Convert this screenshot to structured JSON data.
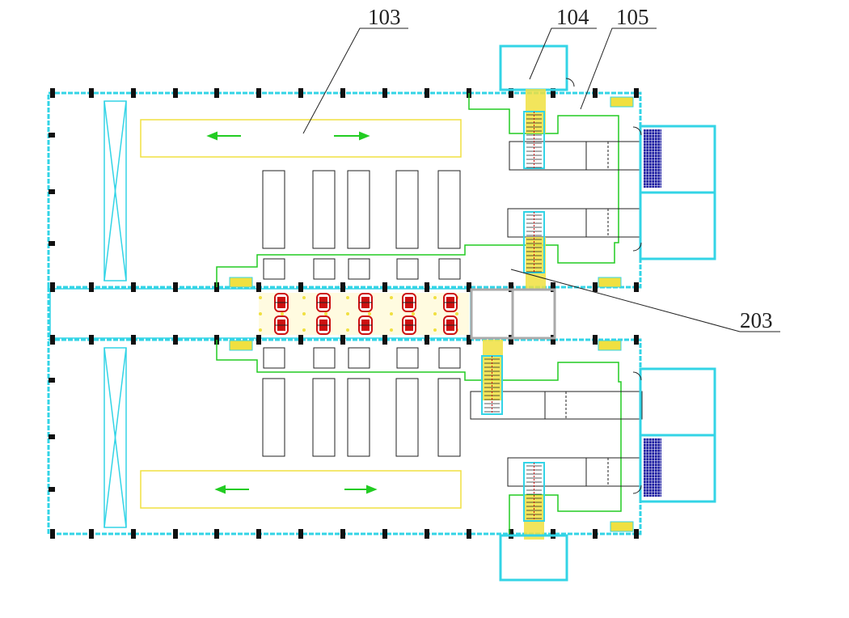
{
  "labels": {
    "ref_103": "103",
    "ref_104": "104",
    "ref_105": "105",
    "ref_203": "203"
  },
  "colors": {
    "wall": "#33d4e6",
    "column": "#111111",
    "zone": "#f0e040",
    "route": "#22cc22",
    "leader": "#222222",
    "equipment": "#222222",
    "vehicle": "#cc1111",
    "grid": "#1a1aa0"
  }
}
